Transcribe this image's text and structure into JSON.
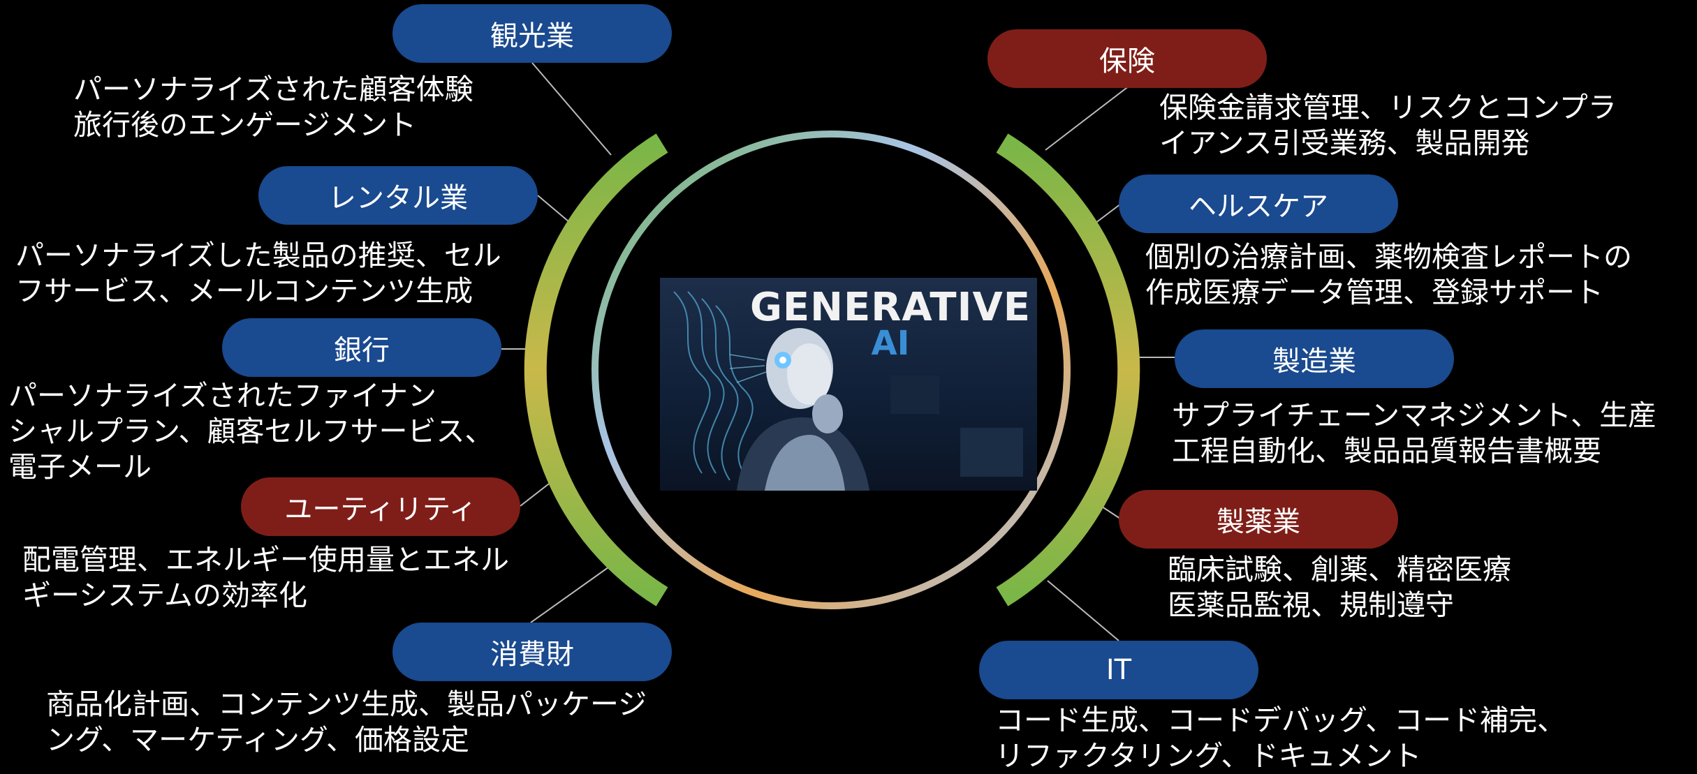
{
  "center": {
    "title": "GENERATIVE",
    "subtitle": "AI"
  },
  "colors": {
    "pill_blue": "#1a4a8f",
    "pill_red": "#7f1e18",
    "arc_green": "#7ab648",
    "arc_yellow": "#c9b84a",
    "ring_blue": "#a9c4e6",
    "ring_orange": "#e8a95a"
  },
  "left_items": [
    {
      "label": "観光業",
      "color": "blue",
      "lines": [
        "パーソナライズされた顧客体験",
        "旅行後のエンゲージメント"
      ]
    },
    {
      "label": "レンタル業",
      "color": "blue",
      "lines": [
        "パーソナライズした製品の推奨、セル",
        "フサービス、メールコンテンツ生成"
      ]
    },
    {
      "label": "銀行",
      "color": "blue",
      "lines": [
        "パーソナライズされたファイナン",
        "シャルプラン、顧客セルフサービス、",
        "電子メール"
      ]
    },
    {
      "label": "ユーティリティ",
      "color": "red",
      "lines": [
        "配電管理、エネルギー使用量とエネル",
        "ギーシステムの効率化"
      ]
    },
    {
      "label": "消費財",
      "color": "blue",
      "lines": [
        "商品化計画、コンテンツ生成、製品パッケージ",
        "ング、マーケティング、価格設定"
      ]
    }
  ],
  "right_items": [
    {
      "label": "保険",
      "color": "red",
      "lines": [
        "保険金請求管理、リスクとコンプラ",
        "イアンス引受業務、製品開発"
      ]
    },
    {
      "label": "ヘルスケア",
      "color": "blue",
      "lines": [
        "個別の治療計画、薬物検査レポートの",
        "作成医療データ管理、登録サポート"
      ]
    },
    {
      "label": "製造業",
      "color": "blue",
      "lines": [
        "サプライチェーンマネジメント、生産",
        "工程自動化、製品品質報告書概要"
      ]
    },
    {
      "label": "製薬業",
      "color": "red",
      "lines": [
        "臨床試験、創薬、精密医療",
        "医薬品監視、規制遵守"
      ]
    },
    {
      "label": "IT",
      "color": "blue",
      "lines": [
        "コード生成、コードデバッグ、コード補完、",
        "リファクタリング、ドキュメント"
      ]
    }
  ]
}
